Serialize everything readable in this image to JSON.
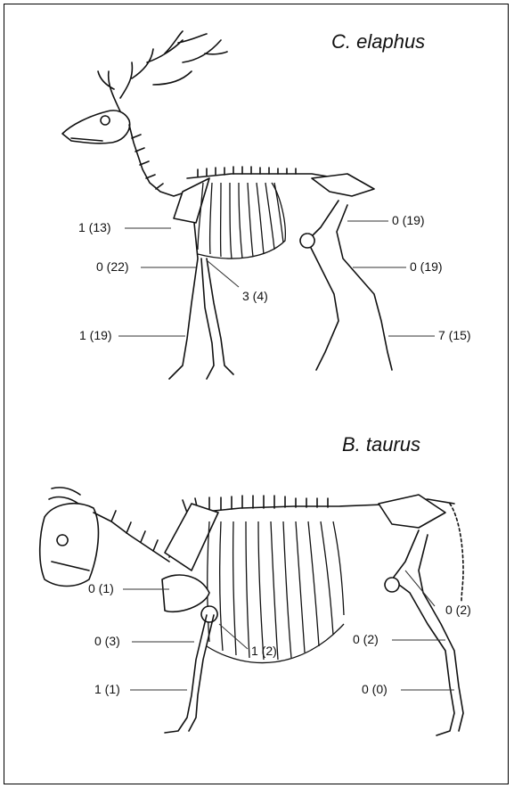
{
  "figures": [
    {
      "species": "C. elaphus",
      "labels": {
        "upper_left": "1 (13)",
        "mid_left": "0 (22)",
        "mid_center": "3 (4)",
        "lower_left": "1 (19)",
        "upper_right": "0 (19)",
        "mid_right": "0 (19)",
        "lower_right": "7 (15)"
      }
    },
    {
      "species": "B. taurus",
      "labels": {
        "upper_left": "0 (1)",
        "mid_left": "0 (3)",
        "mid_center": "1 (2)",
        "lower_left": "1 (1)",
        "upper_right": "0 (2)",
        "mid_right": "0 (2)",
        "lower_right": "0 (0)"
      }
    }
  ]
}
